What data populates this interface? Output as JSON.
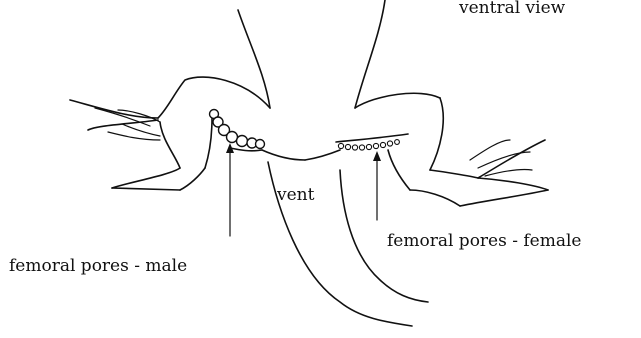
{
  "labels": {
    "view": "ventral view",
    "vent": "vent",
    "pores_male": "femoral pores - male",
    "pores_female": "femoral pores - female"
  }
}
